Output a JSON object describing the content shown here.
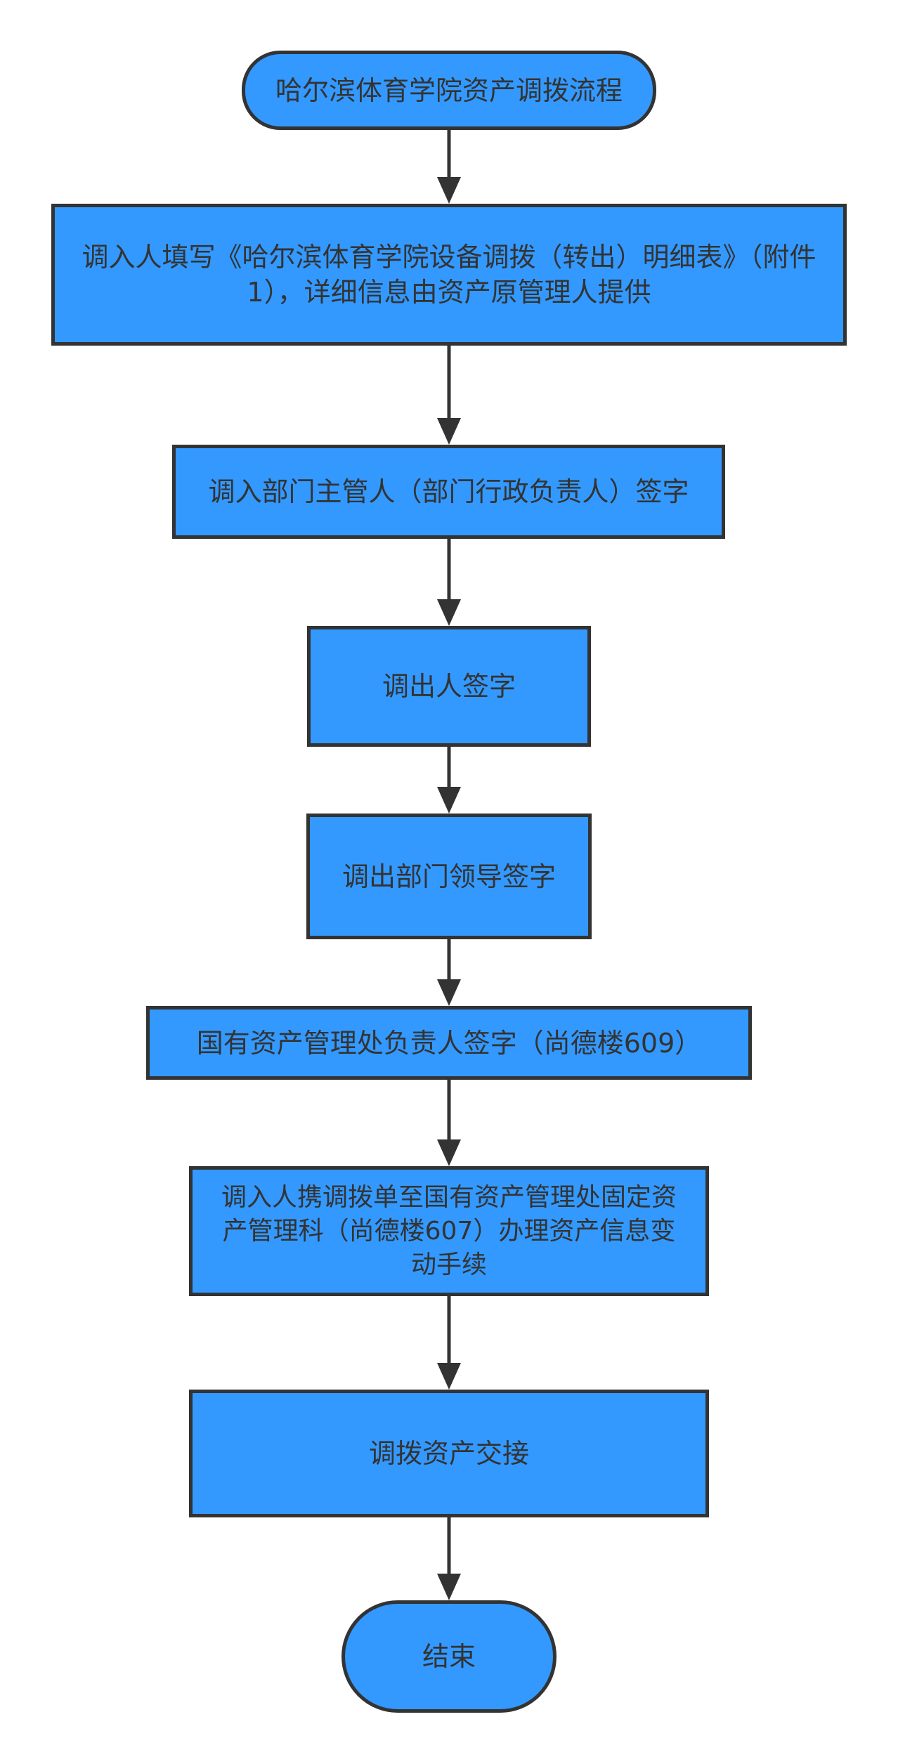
{
  "diagram": {
    "title_node": "哈尔滨体育学院资产调拨流程",
    "steps": [
      "调入人填写《哈尔滨体育学院设备调拨（转出）明细表》（附件1），详细信息由资产原管理人提供",
      "调入部门主管人（部门行政负责人）签字",
      "调出人签字",
      "调出部门领导签字",
      "国有资产管理处负责人签字（尚德楼609）",
      "调入人携调拨单至国有资产管理处固定资产管理科（尚德楼607）办理资产信息变动手续",
      "调拨资产交接"
    ],
    "end_node": "结束",
    "colors": {
      "node_fill": "#3399ff",
      "stroke": "#333333",
      "text": "#333333"
    }
  }
}
